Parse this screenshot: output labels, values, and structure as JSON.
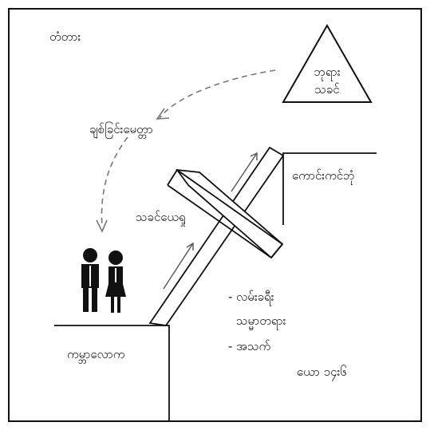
{
  "labels": {
    "corner": "တံတား",
    "god_line1": "ဘုရား",
    "god_line2": "သခင်",
    "arrow_label": "ချစ်ခြင်းမေတ္တာ",
    "cross_label": "သခင်ယေရှု",
    "church": "ကောင်းကင်ဘုံ",
    "world": "ကမ္ဘာလောက",
    "verse_item1": "- လမ်းခရီး",
    "verse_item2": "သမ္မာတရား",
    "verse_item3": "- အသက်",
    "reference": "ယော ၁၄း၆"
  }
}
